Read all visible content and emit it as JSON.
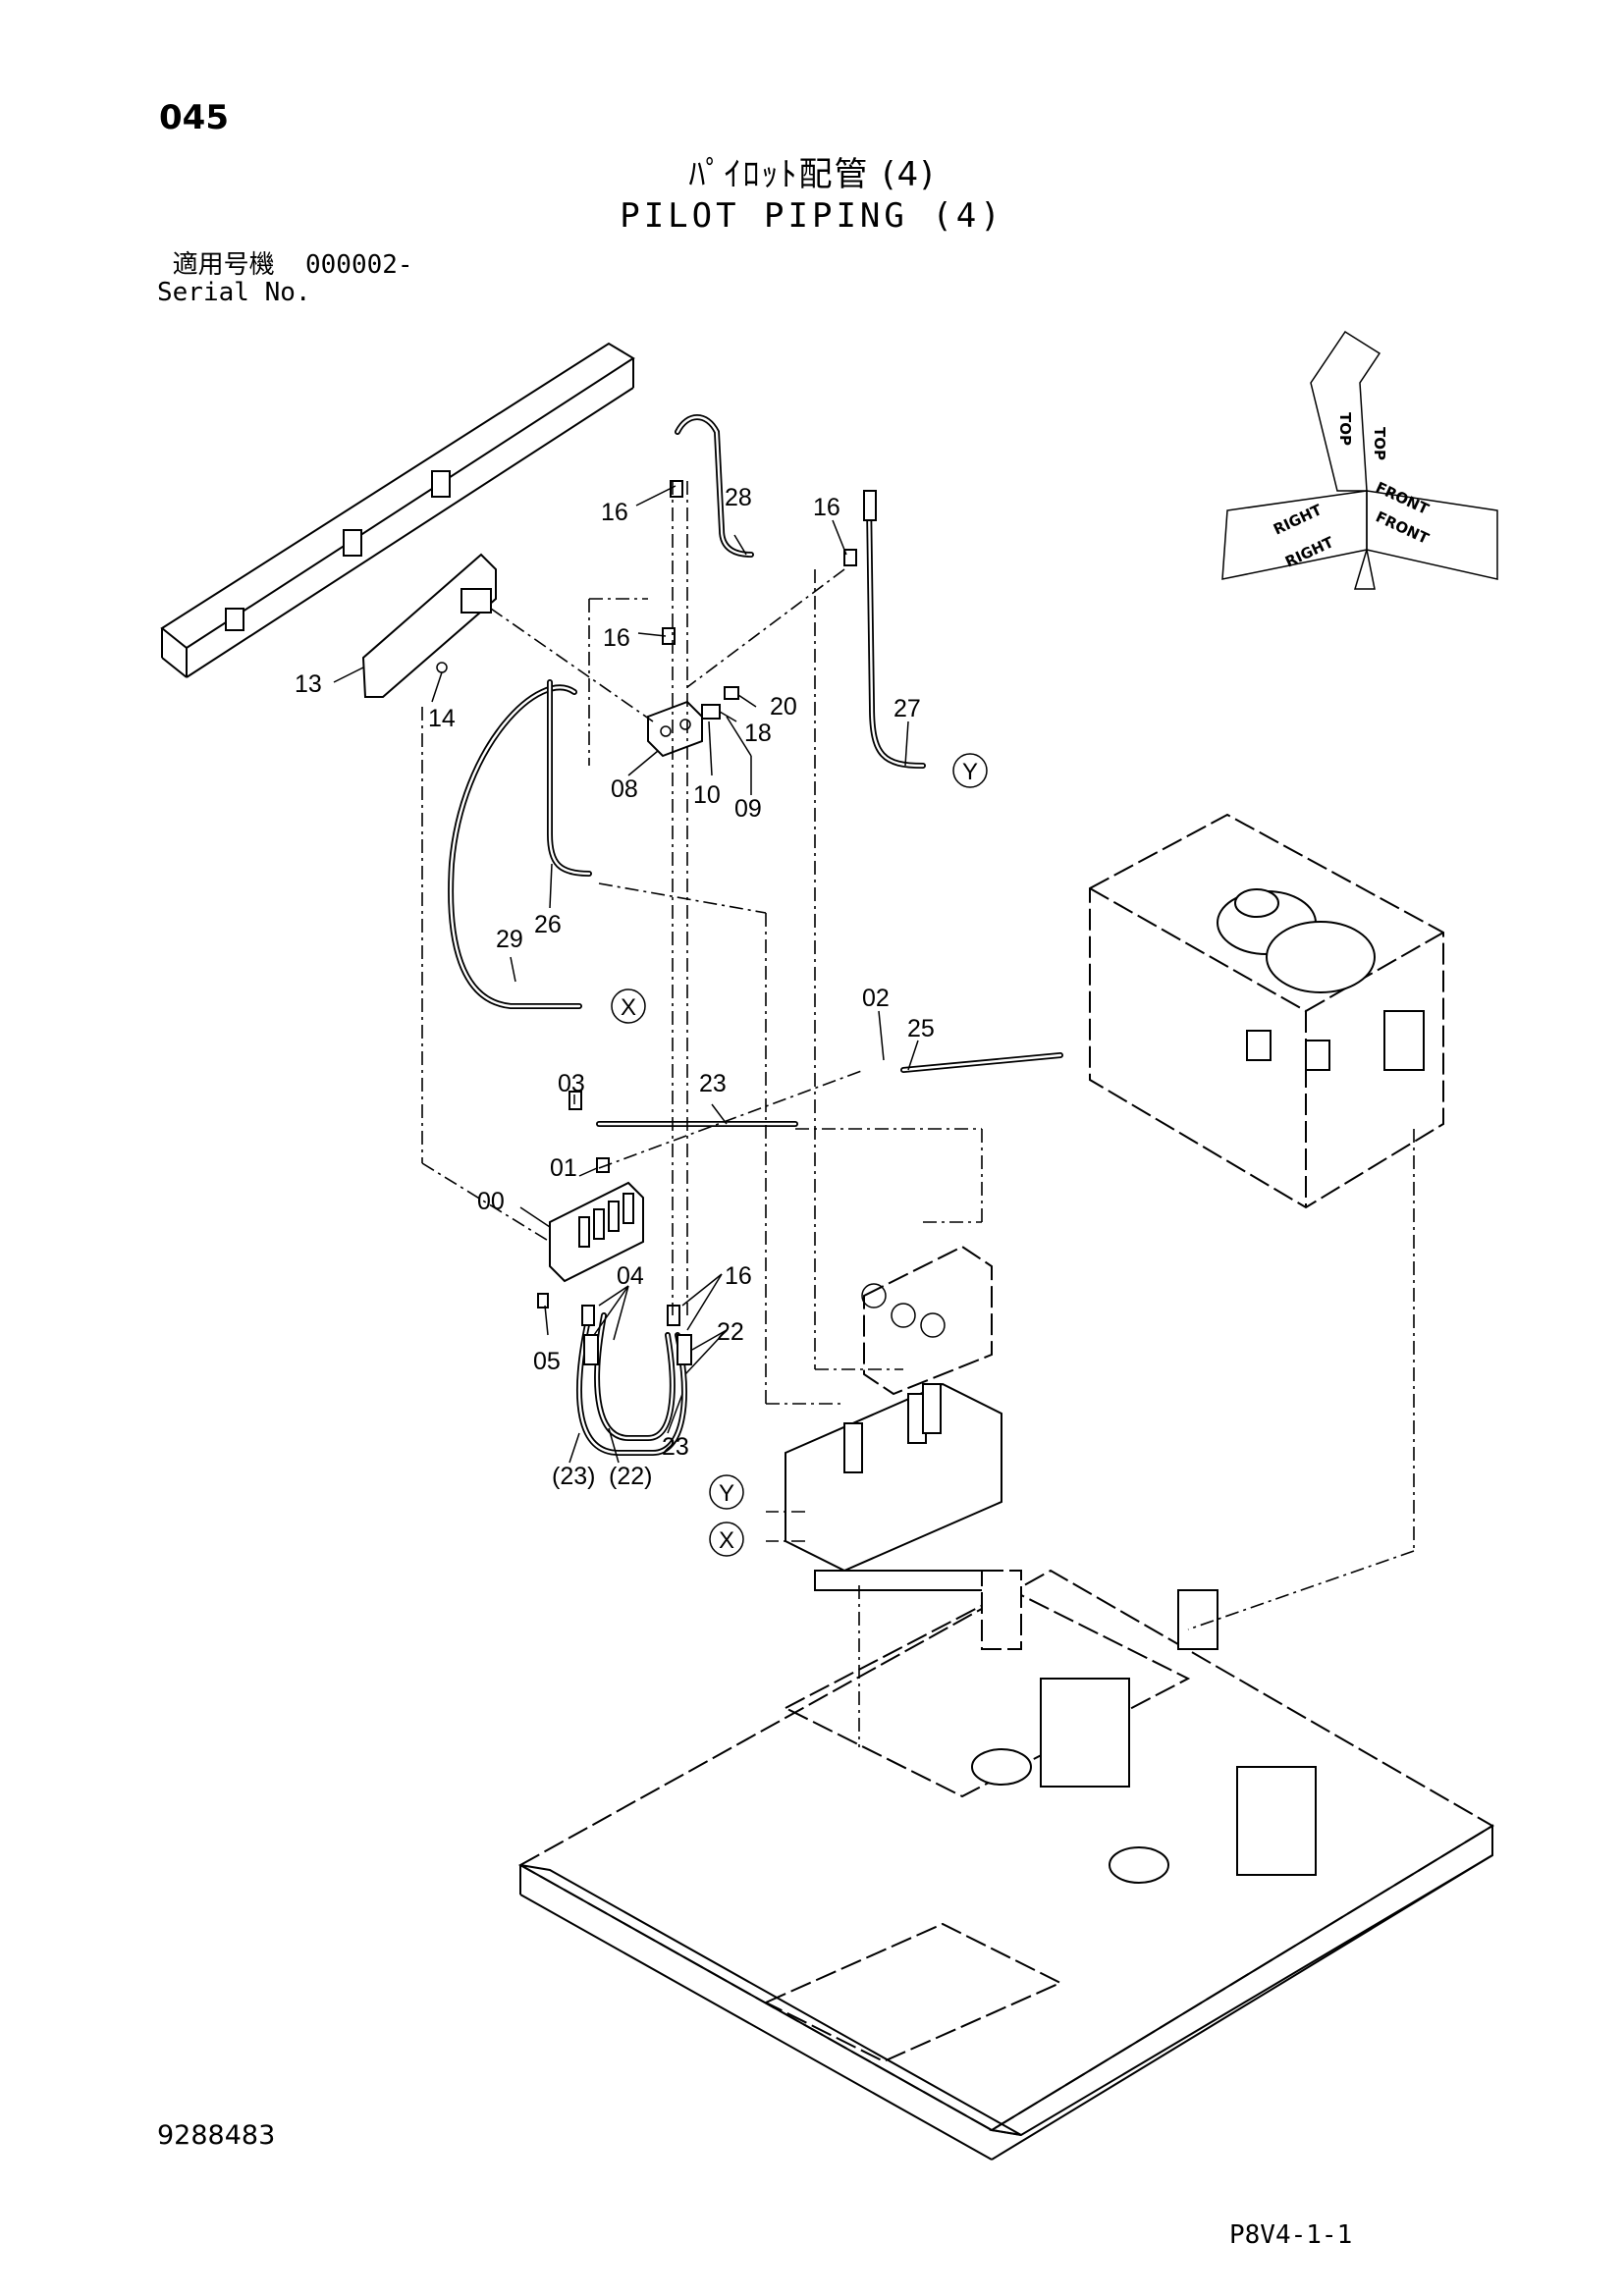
{
  "header": {
    "page_number": "045",
    "title_jp": "ﾊﾟｲﾛｯﾄ配管 (4)",
    "title_en": "PILOT PIPING (4)",
    "serial_label_jp": "適用号機",
    "serial_value": "000002-",
    "serial_label_en": "Serial No."
  },
  "footer": {
    "drawing_number": "9288483",
    "sheet_code": "P8V4-1-1"
  },
  "orientation": {
    "top_1": "TOP",
    "top_2": "TOP",
    "right": "RIGHT",
    "right_2": "RIGHT",
    "front": "FRONT",
    "front_2": "FRONT"
  },
  "callouts": {
    "c16a": "16",
    "c28": "28",
    "c16b": "16",
    "c16c": "16",
    "c13": "13",
    "c14": "14",
    "c20": "20",
    "c18": "18",
    "c27": "27",
    "c08": "08",
    "c10": "10",
    "c09": "09",
    "c29": "29",
    "c26": "26",
    "c02": "02",
    "c25": "25",
    "c03": "03",
    "c23a": "23",
    "c01": "01",
    "c00": "00",
    "c04": "04",
    "c16d": "16",
    "c22a": "22",
    "c05": "05",
    "c23b": "23",
    "c23p": "(23)",
    "c22p": "(22)"
  },
  "refs": {
    "x1": "X",
    "x2": "X",
    "y1": "Y",
    "y2": "Y"
  }
}
